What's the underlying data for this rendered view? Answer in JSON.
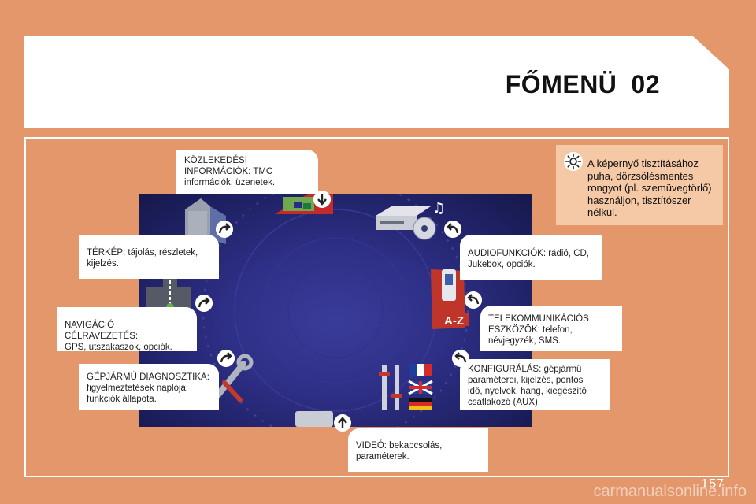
{
  "header": {
    "title": "FŐMENÜ",
    "chapter": "02"
  },
  "tip": {
    "lines": [
      "A képernyő tisztításához",
      "puha, dörzsölésmentes",
      "rongyot (pl. szemüvegtörlő)",
      "használjon, tisztítószer",
      "nélkül."
    ]
  },
  "callouts": {
    "traffic": {
      "lines": [
        "KÖZLEKEDÉSI",
        "INFORMÁCIÓK: TMC",
        "információk, üzenetek."
      ]
    },
    "map": {
      "lines": [
        "TÉRKÉP: tájolás, részletek,",
        "kijelzés."
      ]
    },
    "navigation": {
      "lines": [
        "NAVIGÁCIÓ CÉLRAVEZETÉS:",
        "GPS, útszakaszok, opciók."
      ]
    },
    "diagnostics": {
      "lines": [
        "GÉPJÁRMŰ DIAGNOSZTIKA:",
        "figyelmeztetések naplója,",
        "funkciók állapota."
      ]
    },
    "audio": {
      "lines": [
        "AUDIOFUNKCIÓK: rádió, CD,",
        "Jukebox, opciók."
      ]
    },
    "telecom": {
      "lines": [
        "TELEKOMMUNIKÁCIÓS",
        "ESZKÖZÖK: telefon,",
        "névjegyzék, SMS."
      ]
    },
    "config": {
      "lines": [
        "KONFIGURÁLÁS: gépjármű",
        "paraméterei, kijelzés, pontos",
        "idő, nyelvek, hang, kiegészítő",
        "csatlakozó (AUX)."
      ]
    },
    "video": {
      "lines": [
        "VIDEÓ: bekapcsolás,",
        "paraméterek."
      ]
    }
  },
  "screen_labels": {
    "az": "A-Z"
  },
  "page_number": "157",
  "watermark": "carmanualsonline.info",
  "colors": {
    "background": "#e4976b",
    "tip": "#f5c9a6",
    "screen": "#2e2f86"
  }
}
